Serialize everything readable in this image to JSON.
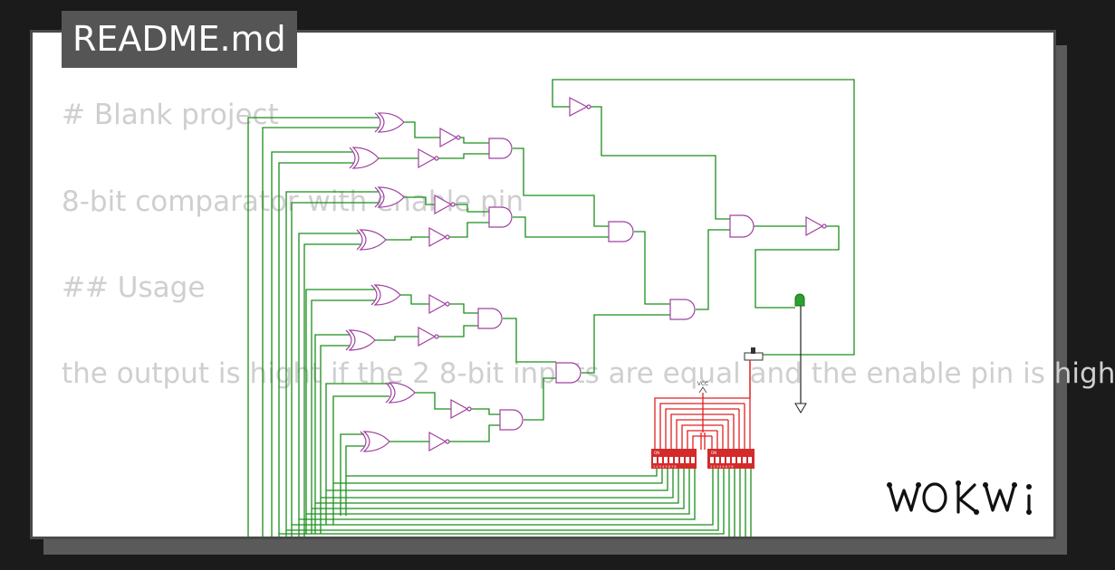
{
  "file_tab": {
    "label": "README.md"
  },
  "readme": {
    "lines": [
      "# Blank project",
      "8-bit comparator with enable pin",
      "## Usage",
      "the output is hight if the 2 8-bit inputs are equal and the enable pin is high"
    ]
  },
  "circuit": {
    "vcc_label": "VCC",
    "dip_switch_left": {
      "on_label": "ON",
      "pins": "1 2 3 4 5 6 7 8"
    },
    "dip_switch_right": {
      "on_label": "ON",
      "pins": "1 2 3 4 5 6 7 8"
    }
  },
  "brand": {
    "logo_text": "WOKWi"
  },
  "colors": {
    "wire_green": "#1a8f1a",
    "wire_red": "#e02020",
    "gate_purple": "#a040a0",
    "dip_red": "#d42a2a",
    "led_green": "#2da02d"
  }
}
